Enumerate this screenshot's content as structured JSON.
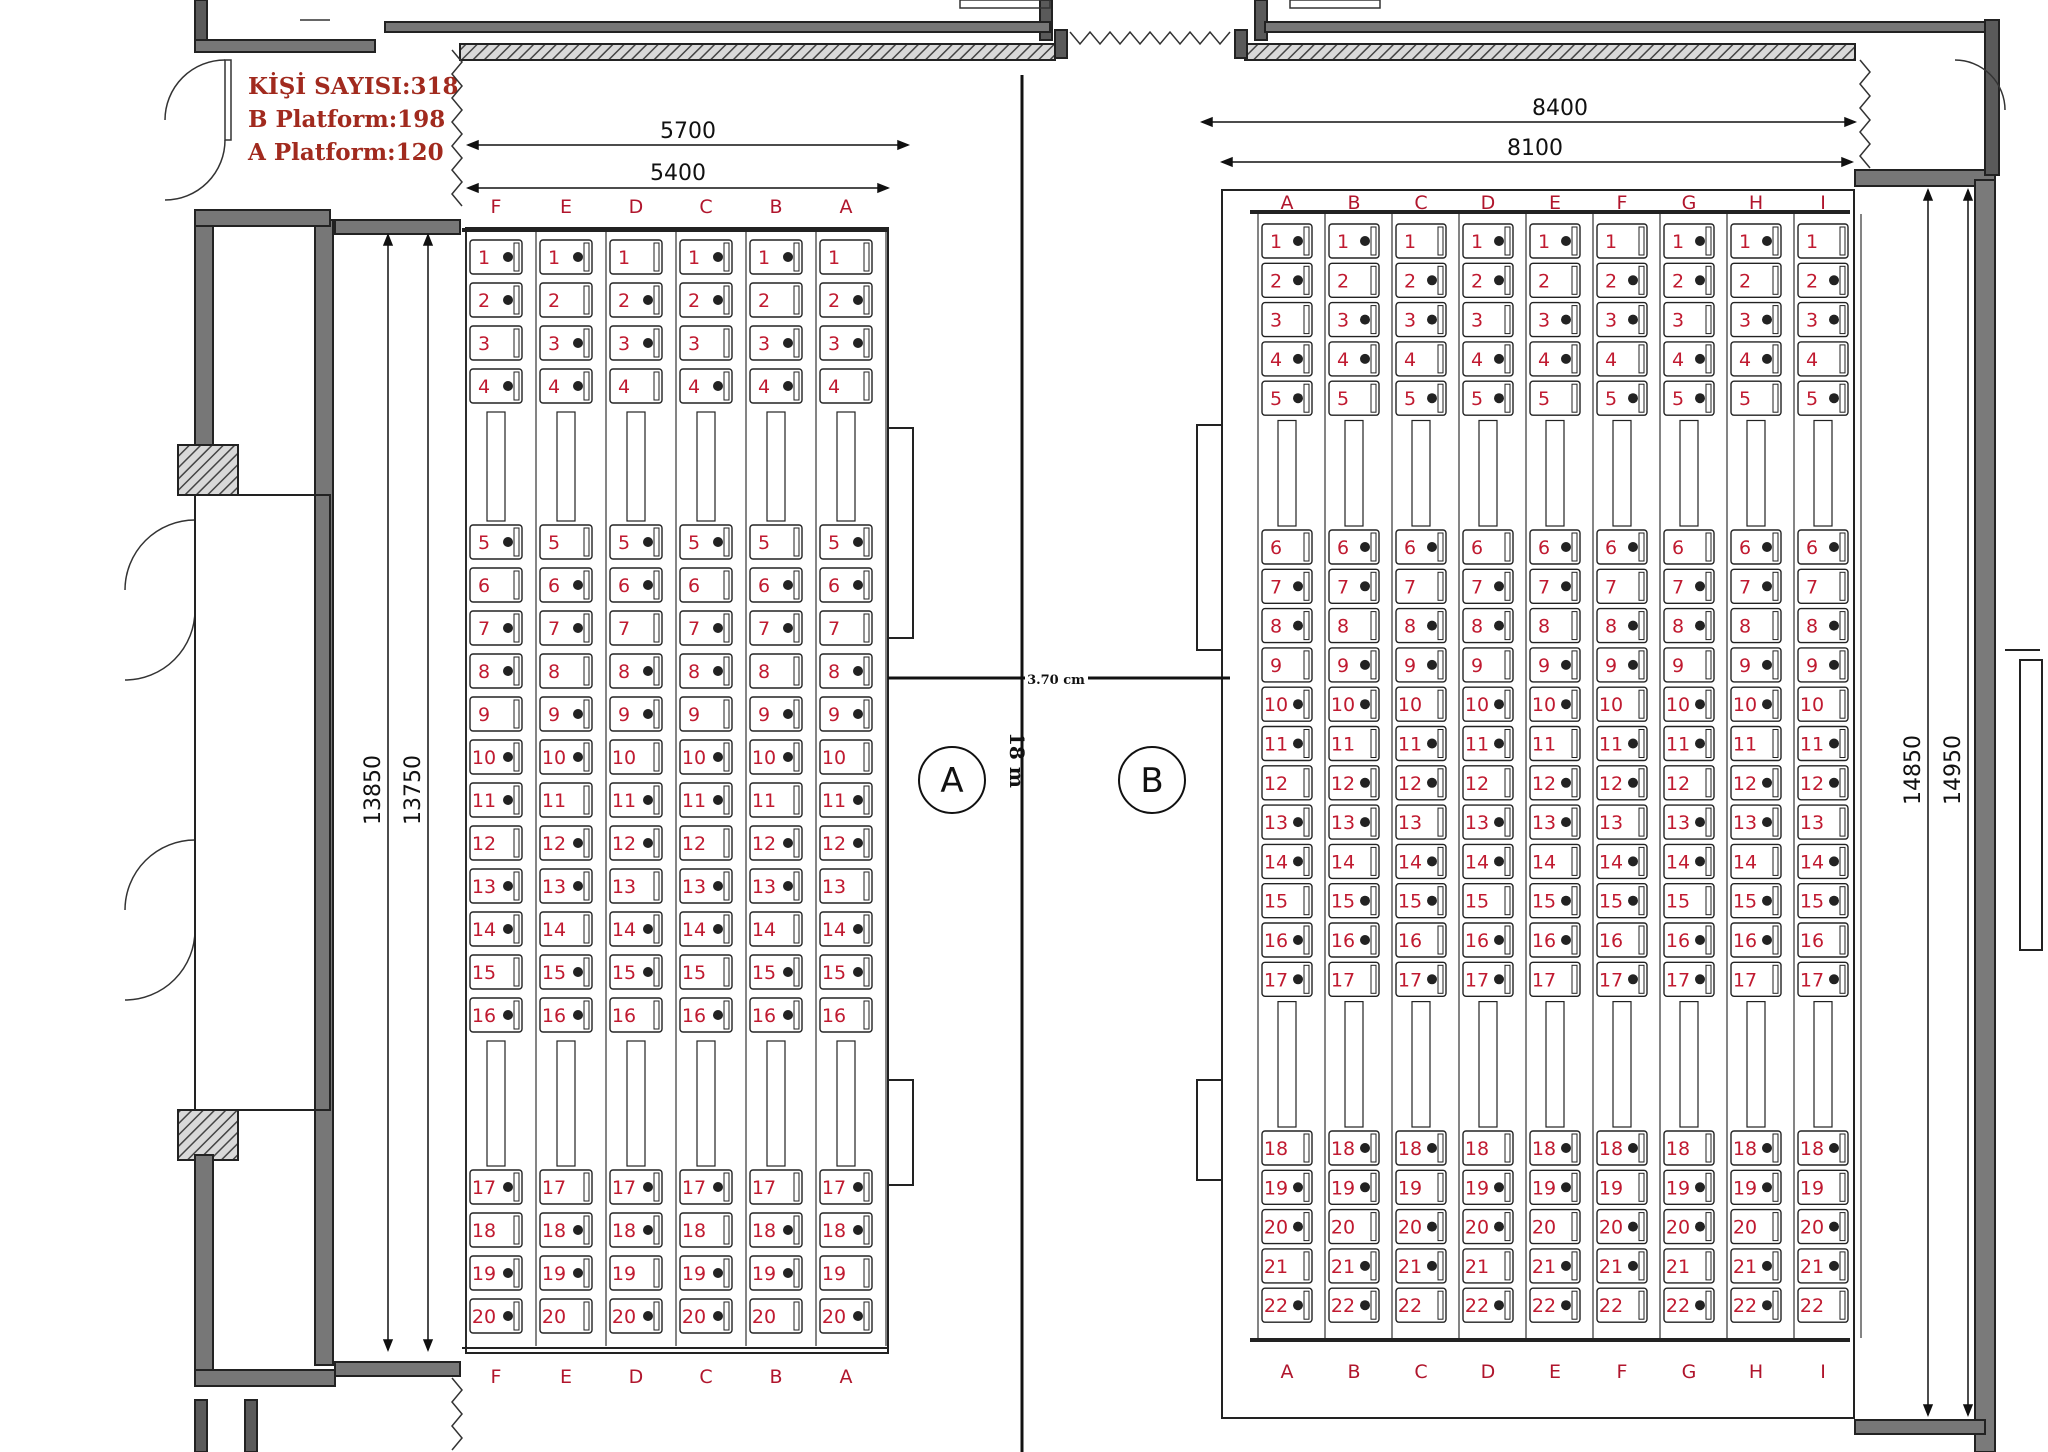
{
  "info": {
    "total": "KİŞİ SAYISI:318",
    "b_platform": "B Platform:198",
    "a_platform": "A Platform:120"
  },
  "platform_a": {
    "label": "A",
    "dim_outer": "5700",
    "dim_inner": "5400",
    "depth_outer": "13850",
    "depth_inner": "13750",
    "columns_top": [
      "F",
      "E",
      "D",
      "C",
      "B",
      "A"
    ],
    "columns_bottom": [
      "F",
      "E",
      "D",
      "C",
      "B",
      "A"
    ],
    "groups": [
      [
        1,
        2,
        3,
        4
      ],
      [
        5,
        6,
        7,
        8,
        9,
        10,
        11,
        12,
        13,
        14,
        15,
        16
      ],
      [
        17,
        18,
        19,
        20
      ]
    ]
  },
  "platform_b": {
    "label": "B",
    "dim_outer": "8400",
    "dim_inner": "8100",
    "depth_outer": "14950",
    "depth_inner": "14850",
    "columns_top": [
      "A",
      "B",
      "C",
      "D",
      "E",
      "F",
      "G",
      "H",
      "I"
    ],
    "columns_bottom": [
      "A",
      "B",
      "C",
      "D",
      "E",
      "F",
      "G",
      "H",
      "I"
    ],
    "groups": [
      [
        1,
        2,
        3,
        4,
        5
      ],
      [
        6,
        7,
        8,
        9,
        10,
        11,
        12,
        13,
        14,
        15,
        16,
        17
      ],
      [
        18,
        19,
        20,
        21,
        22
      ]
    ]
  },
  "aisle_width": "3.70 cm",
  "room_length": "18 m",
  "colors": {
    "seat_number": "#c01a30",
    "info_text": "#a12a1e",
    "wall_fill": "#555555",
    "line": "#111111"
  }
}
